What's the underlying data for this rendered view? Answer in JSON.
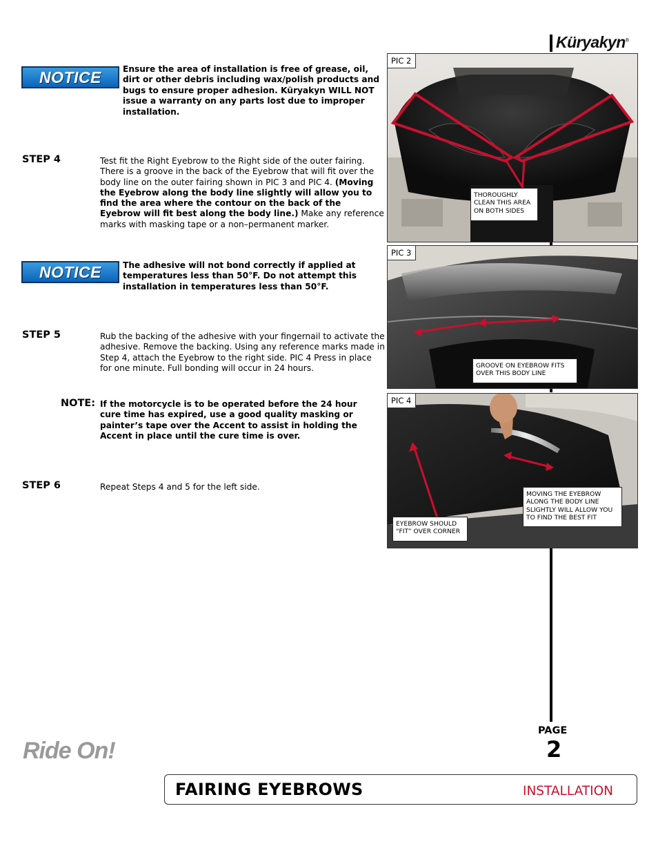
{
  "brand": {
    "logo_text": "Küryakyn",
    "registered_mark": "®"
  },
  "notices": [
    {
      "badge": "NOTICE",
      "text": "Ensure the area of installation is free of grease, oil, dirt or other debris including wax/polish products and bugs to ensure proper adhesion. Küryakyn WILL NOT issue a warranty on any parts lost due to improper installation."
    },
    {
      "badge": "NOTICE",
      "text": "The adhesive will not bond correctly if applied at temperatures less than 50°F. Do not attempt this installation in temperatures less than 50°F."
    }
  ],
  "steps": {
    "step4": {
      "label": "STEP 4",
      "text_intro": "Test fit the Right Eyebrow to the Right side of the outer fairing. There is a groove in the back of the Eyebrow that will fit over the body line on the outer fairing shown in PIC 3 and PIC 4.",
      "text_bold": "(Moving the Eyebrow along the body line slightly will allow you to find the area where the contour on the back of the Eyebrow will fit best along the body line.)",
      "text_end": " Make any reference marks with masking tape or a non–permanent marker."
    },
    "step5": {
      "label": "STEP 5",
      "text": "Rub the backing of the adhesive with your fingernail to activate the adhesive. Remove the backing. Using any reference marks made in Step 4, attach the Eyebrow to the right side. PIC 4 Press in place for one minute. Full bonding will occur in 24 hours."
    },
    "note": {
      "label": "NOTE:",
      "text": "If the motorcycle is to be operated before the 24 hour cure time has expired, use a good quality masking or painter’s tape over the Accent to assist in holding the Accent in place until the cure time is over."
    },
    "step6": {
      "label": "STEP 6",
      "text": "Repeat Steps 4 and 5 for the left side."
    }
  },
  "pictures": {
    "pic2": {
      "label": "PIC 2",
      "callout": "THOROUGHLY CLEAN THIS AREA ON BOTH SIDES"
    },
    "pic3": {
      "label": "PIC 3",
      "callout": "GROOVE ON EYEBROW FITS OVER THIS BODY LINE"
    },
    "pic4": {
      "label": "PIC 4",
      "callout_right": "MOVING THE EYEBROW ALONG THE BODY LINE SLIGHTLY WILL ALLOW YOU TO FIND THE BEST FIT",
      "callout_left": "EYEBROW SHOULD “FIT” OVER CORNER"
    }
  },
  "footer": {
    "slogan": "Ride On!",
    "page_label": "PAGE",
    "page_number": "2",
    "title": "FAIRING EYEBROWS",
    "subtitle": "INSTALLATION"
  },
  "colors": {
    "accent_red": "#c8102e",
    "notice_blue": "#1a7fd1",
    "slogan_gray": "#9a9a9a"
  }
}
